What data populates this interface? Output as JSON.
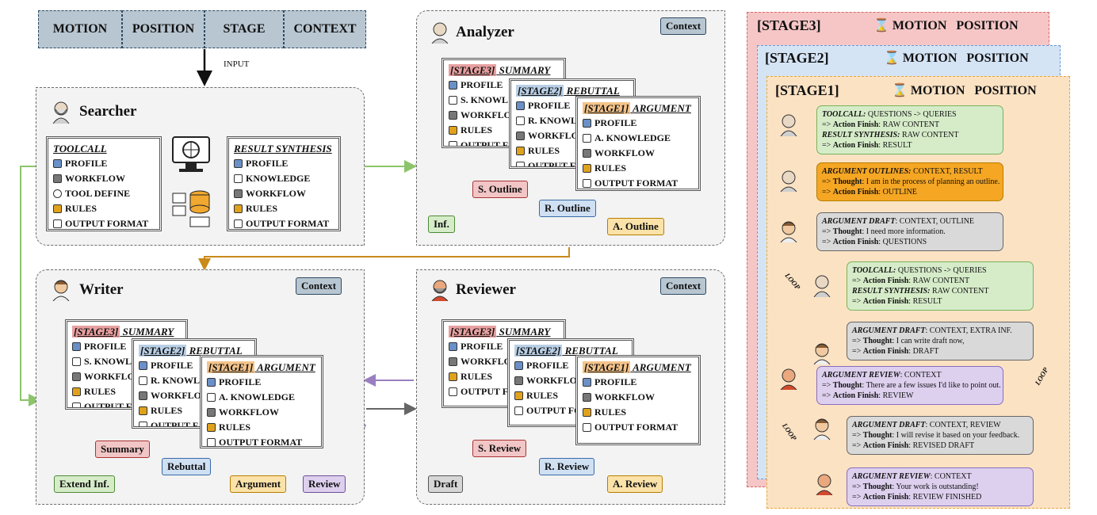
{
  "input_bar": {
    "cells": [
      "MOTION",
      "POSITION",
      "STAGE",
      "CONTEXT"
    ],
    "input_label": "INPUT"
  },
  "searcher": {
    "title": "Searcher",
    "toolcall": {
      "title": "TOOLCALL",
      "items": [
        "PROFILE",
        "WORKFLOW",
        "TOOL DEFINE",
        "RULES",
        "OUTPUT FORMAT"
      ]
    },
    "synthesis": {
      "title": "RESULT SYNTHESIS",
      "items": [
        "PROFILE",
        "KNOWLEDGE",
        "WORKFLOW",
        "RULES",
        "OUTPUT FORMAT"
      ]
    }
  },
  "analyzer": {
    "title": "Analyzer",
    "context": "Context",
    "card3": {
      "stage": "[STAGE3]",
      "name": "SUMMARY",
      "items": [
        "PROFILE",
        "S. KNOWL",
        "WORKFLOW",
        "RULES",
        "OUTPUT F"
      ]
    },
    "card2": {
      "stage": "[STAGE2]",
      "name": "REBUTTAL",
      "items": [
        "PROFILE",
        "R. KNOWL",
        "WORKFLOW",
        "RULES",
        "OUTPUT FO"
      ]
    },
    "card1": {
      "stage": "[STAGE1]",
      "name": "ARGUMENT",
      "items": [
        "PROFILE",
        "A. KNOWLEDGE",
        "WORKFLOW",
        "RULES",
        "OUTPUT FORMAT"
      ]
    },
    "outputs": [
      "S. Outline",
      "R. Outline",
      "A. Outline"
    ],
    "inf": "Inf."
  },
  "writer": {
    "title": "Writer",
    "context": "Context",
    "card3": {
      "stage": "[STAGE3]",
      "name": "SUMMARY",
      "items": [
        "PROFILE",
        "S. KNOWL",
        "WORKFLO",
        "RULES",
        "OUTPUT F"
      ]
    },
    "card2": {
      "stage": "[STAGE2]",
      "name": "REBUTTAL",
      "items": [
        "PROFILE",
        "R. KNOWL",
        "WORKFLO",
        "RULES",
        "OUTPUT F"
      ]
    },
    "card1": {
      "stage": "[STAGE1]",
      "name": "ARGUMENT",
      "items": [
        "PROFILE",
        "A. KNOWLEDGE",
        "WORKFLOW",
        "RULES",
        "OUTPUT FORMAT"
      ]
    },
    "outputs": [
      "Summary",
      "Rebuttal",
      "Argument"
    ],
    "extend": "Extend Inf.",
    "review": "Review"
  },
  "reviewer": {
    "title": "Reviewer",
    "context": "Context",
    "card3": {
      "stage": "[STAGE3]",
      "name": "SUMMARY",
      "items": [
        "PROFILE",
        "WORKFLOW",
        "RULES",
        "OUTPUT F"
      ]
    },
    "card2": {
      "stage": "[STAGE2]",
      "name": "REBUTTAL",
      "items": [
        "PROFILE",
        "WORKFLO",
        "RULES",
        "OUTPUT FO"
      ]
    },
    "card1": {
      "stage": "[STAGE1]",
      "name": "ARGUMENT",
      "items": [
        "PROFILE",
        "WORKFLOW",
        "RULES",
        "OUTPUT FORMAT"
      ]
    },
    "outputs": [
      "S. Review",
      "R. Review",
      "A. Review"
    ],
    "draft": "Draft"
  },
  "stages": {
    "stage3": {
      "label": "[STAGE3]",
      "motion": "MOTION",
      "position": "POSITION"
    },
    "stage2": {
      "label": "[STAGE2]",
      "motion": "MOTION",
      "position": "POSITION"
    },
    "stage1": {
      "label": "[STAGE1]",
      "motion": "MOTION",
      "position": "POSITION"
    }
  },
  "loop_label": "LOOP",
  "bubbles": [
    {
      "lines": [
        [
          "TOOLCALL:",
          " QUESTIONS -> QUERIES"
        ],
        [
          "=> ",
          "Action Finish",
          ": RAW CONTENT"
        ],
        [
          "RESULT SYNTHESIS:",
          " RAW CONTENT"
        ],
        [
          "=> ",
          "Action Finish",
          ": RESULT"
        ]
      ]
    },
    {
      "lines": [
        [
          "ARGUMENT OUTLINES:",
          " CONTEXT, RESULT"
        ],
        [
          "=> ",
          "Thought",
          ": I am in the process of planning an outline."
        ],
        [
          "=> ",
          "Action Finish",
          ": OUTLINE"
        ]
      ]
    },
    {
      "lines": [
        [
          "ARGUMENT DRAFT",
          ": CONTEXT, OUTLINE"
        ],
        [
          "=> ",
          "Thought",
          ": I need more information."
        ],
        [
          "=> ",
          "Action Finish",
          ": QUESTIONS"
        ]
      ]
    },
    {
      "lines": [
        [
          "TOOLCALL:",
          " QUESTIONS -> QUERIES"
        ],
        [
          "=> ",
          "Action Finish",
          ": RAW CONTENT"
        ],
        [
          "RESULT SYNTHESIS:",
          " RAW CONTENT"
        ],
        [
          "=> ",
          "Action Finish",
          ": RESULT"
        ]
      ]
    },
    {
      "lines": [
        [
          "ARGUMENT DRAFT",
          ": CONTEXT, EXTRA INF."
        ],
        [
          "=> ",
          "Thought",
          ": I can write draft now,"
        ],
        [
          "=> ",
          "Action Finish",
          ": DRAFT"
        ]
      ]
    },
    {
      "lines": [
        [
          "ARGUMENT REVIEW",
          ": CONTEXT"
        ],
        [
          "=> ",
          "Thought",
          ": There are a few issues I'd like to point out."
        ],
        [
          "=> ",
          "Action Finish",
          ": REVIEW"
        ]
      ]
    },
    {
      "lines": [
        [
          "ARGUMENT DRAFT",
          ": CONTEXT, REVIEW"
        ],
        [
          "=> ",
          "Thought",
          ": I will revise it based on your feedback."
        ],
        [
          "=> ",
          "Action Finish",
          ": REVISED DRAFT"
        ]
      ]
    },
    {
      "lines": [
        [
          "ARGUMENT REVIEW",
          ": CONTEXT"
        ],
        [
          "=> ",
          "Thought",
          ": Your work is outstanding!"
        ],
        [
          "=> ",
          "Action Finish",
          ": REVIEW FINISHED"
        ]
      ]
    }
  ]
}
